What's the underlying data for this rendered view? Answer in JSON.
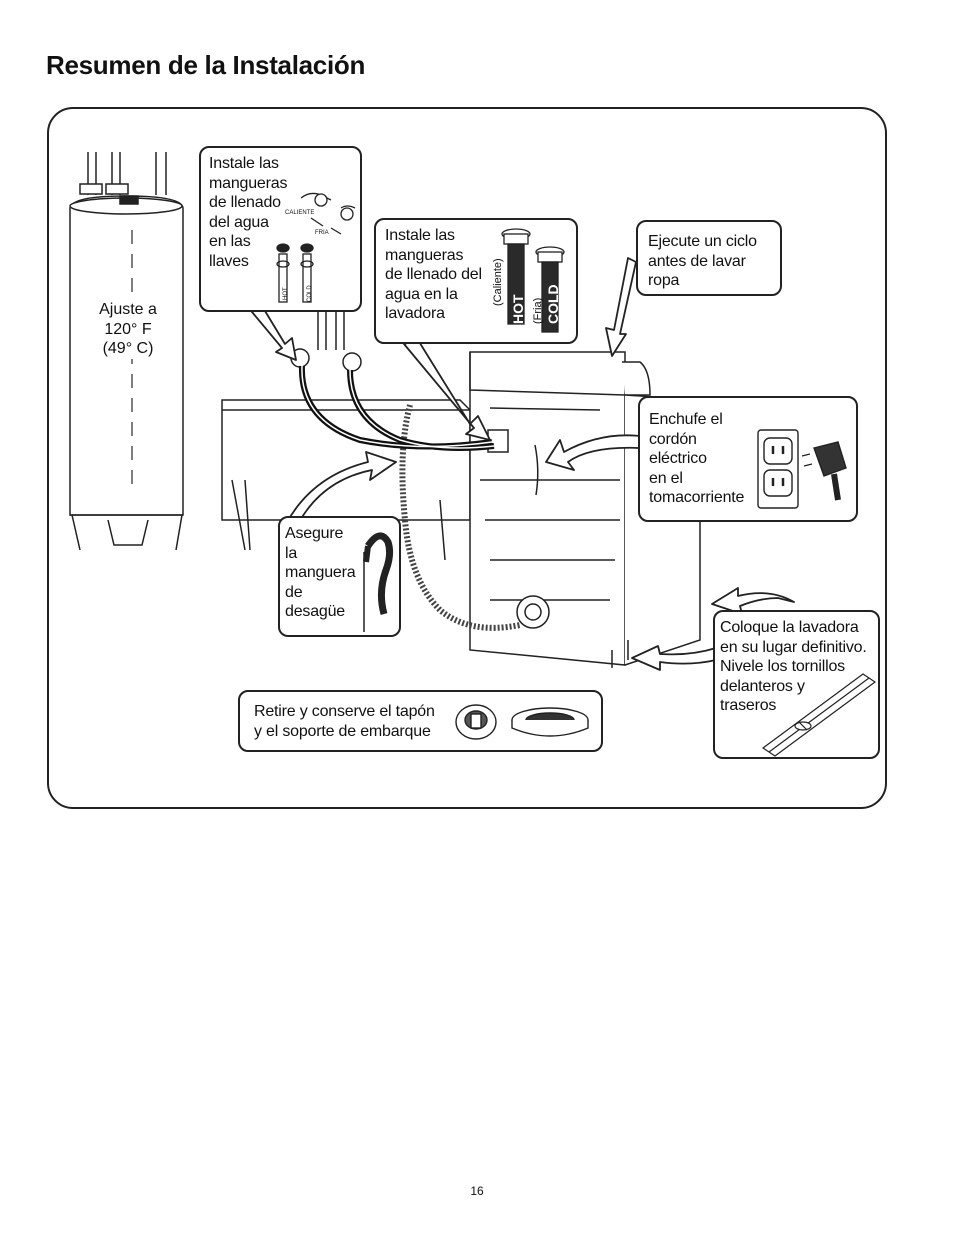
{
  "page": {
    "title": "Resumen de la Instalación",
    "page_number": "16"
  },
  "heater": {
    "setting": "Ajuste a\n120° F\n(49° C)"
  },
  "callouts": {
    "faucet_hoses": "Instale las\nmangueras\nde llenado\ndel agua\nen las\nllaves",
    "washer_hoses": "Instale las\nmangueras\nde llenado del\nagua en la\nlavadora",
    "run_cycle": "Ejecute un ciclo\nantes de lavar\nropa",
    "plug_cord": "Enchufe el\ncordón\neléctrico\nen el\ntomacorriente",
    "drain_hose": "Asegure\nla\nmanguera\nde\ndesagüe",
    "position_washer": "Coloque la lavadora\nen su lugar definitivo.\nNivele los tornillos\ndelanteros y\ntraseros",
    "shipping_plug": "Retire y conserve el tapón\ny el soporte de embarque"
  },
  "labels": {
    "faucet_hot": "CALIENTE",
    "faucet_cold": "FRIA",
    "small_hot": "HOT",
    "small_cold": "COLD",
    "hose_hot": "HOT",
    "hose_hot_sub": "(Caliente)",
    "hose_cold": "COLD",
    "hose_cold_sub": "(Fria)"
  }
}
